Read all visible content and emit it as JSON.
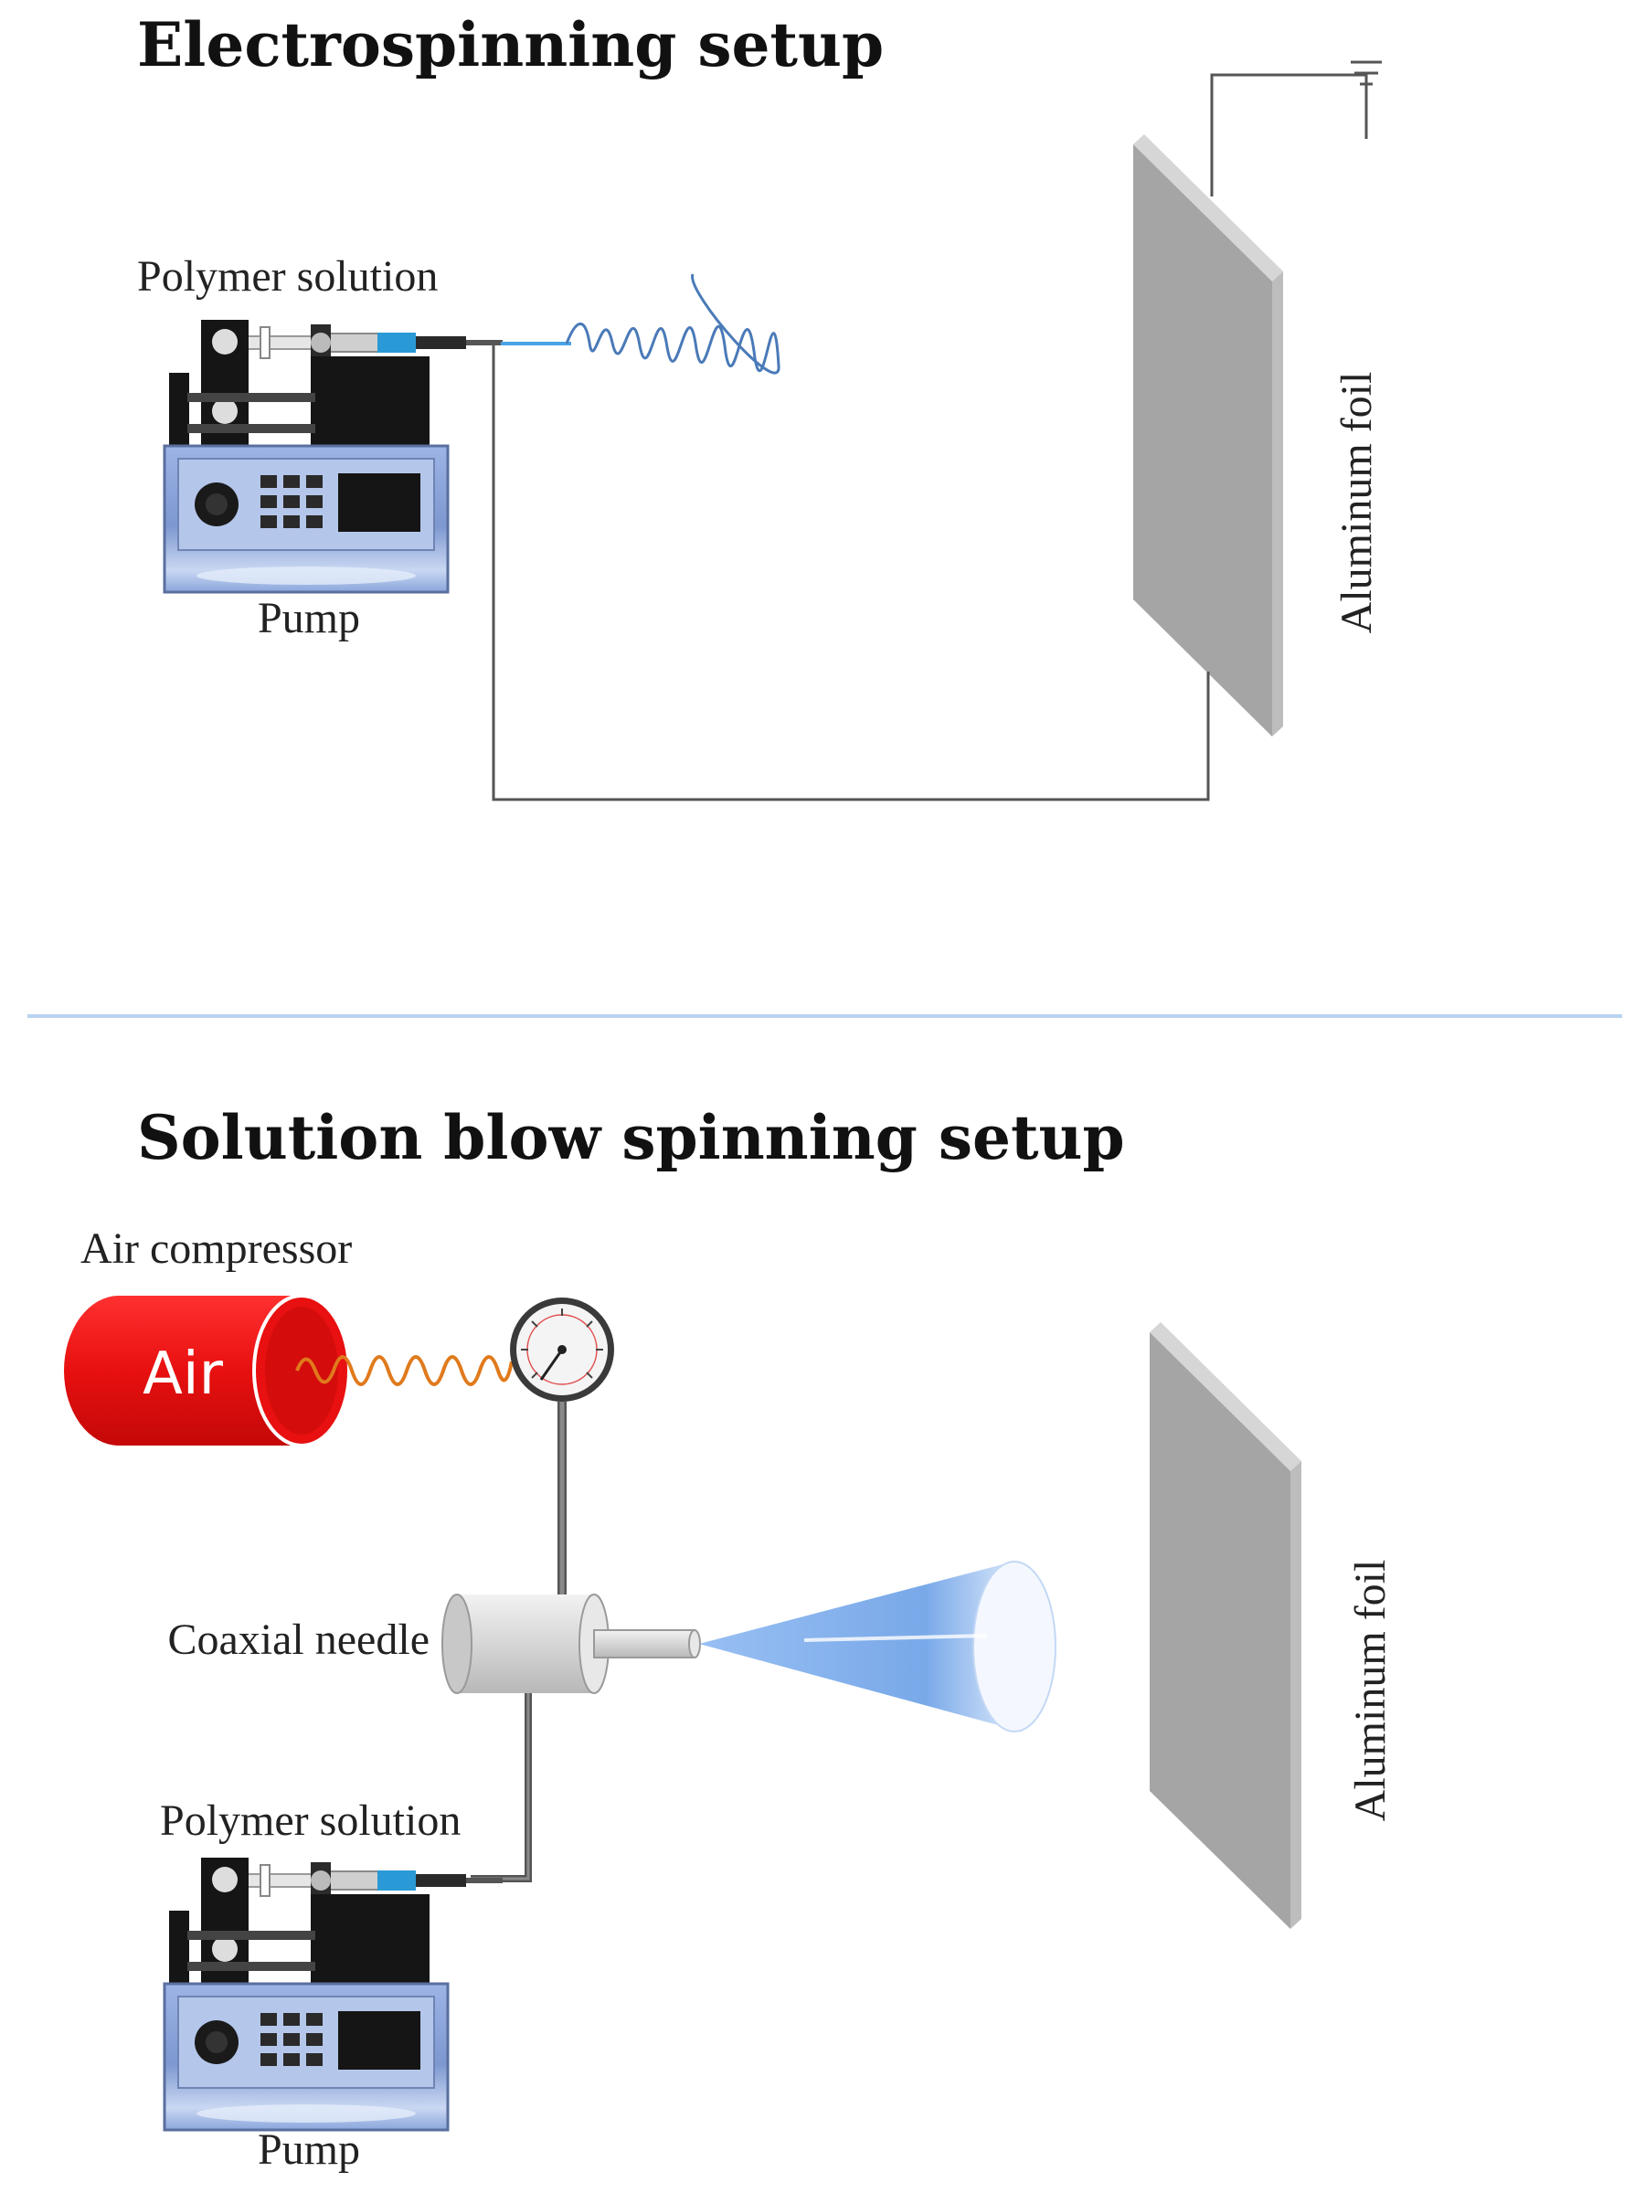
{
  "electrospinning": {
    "title": "Electrospinning setup",
    "syringe_label": "Polymer solution",
    "pump_label": "Pump",
    "collector_label": "Aluminum foil"
  },
  "solution_blow": {
    "title": "Solution blow spinning setup",
    "compressor_label": "Air compressor",
    "tank_text": "Air",
    "needle_label": "Coaxial needle",
    "syringe_label": "Polymer solution",
    "pump_label": "Pump",
    "collector_label": "Aluminum foil"
  },
  "colors": {
    "air_tank": "#ee1111",
    "pump_body": "#8aa6dc",
    "foil": "#a5a5a5",
    "fiber_spiral": "#4a7ab8",
    "spray_cone": "#7aaef0",
    "air_coil": "#e07a1c",
    "divider": "#b7d3ee"
  },
  "icons": [
    "ground-icon",
    "syringe-pump-icon",
    "pressure-gauge-icon",
    "air-tank-icon",
    "coaxial-needle-icon",
    "aluminum-foil-icon",
    "fiber-spiral-icon",
    "spray-cone-icon"
  ]
}
